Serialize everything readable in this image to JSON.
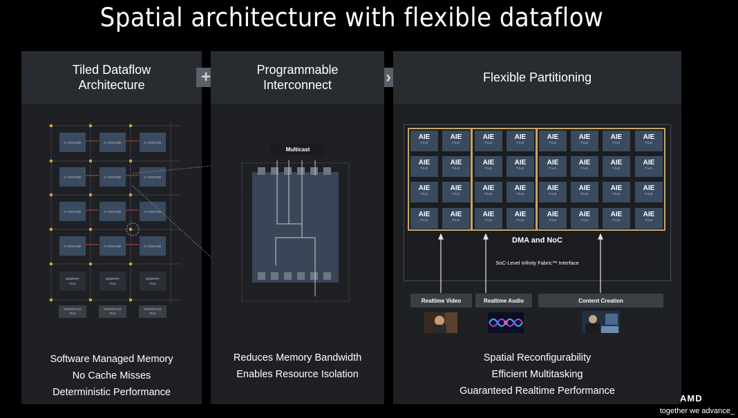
{
  "title": "Spatial architecture with flexible dataflow",
  "panels": [
    {
      "heading_line1": "Tiled Dataflow",
      "heading_line2": "Architecture",
      "bullets": [
        "Software Managed Memory",
        "No Cache Misses",
        "Deterministic Performance"
      ]
    },
    {
      "heading_line1": "Programmable",
      "heading_line2": "Interconnect",
      "bullets": [
        "Reduces Memory Bandwidth",
        "Enables Resource Isolation"
      ]
    },
    {
      "heading_line1": "Flexible Partitioning",
      "heading_line2": "",
      "bullets": [
        "Spatial Reconfigurability",
        "Efficient Multitasking",
        "Guaranteed Realtime Performance"
      ]
    }
  ],
  "operators": {
    "plus": "+",
    "arrow": "›"
  },
  "tile_diagram": {
    "engine_label": "AI ENGINE",
    "memory_label_line1": "MEMORY",
    "memory_label_line2": "TILE",
    "interface_label_line1": "INTERFACE",
    "interface_label_line2": "TILE"
  },
  "interconnect": {
    "multicast_label": "Multicast"
  },
  "partition": {
    "tile_label": "AIE",
    "tile_sub": "TILE",
    "dma_label": "DMA and NoC",
    "fabric_label": "SoC-Level Infinity Fabric™ Interface",
    "sources": [
      "Realtime Video",
      "Realtime Audio",
      "Content Creation"
    ]
  },
  "branding": {
    "tagline": "together we advance_",
    "logo": "AMD"
  },
  "colors": {
    "tile": "#3a4b5f",
    "partition_border": "#c9a766",
    "panel": "#1e2024",
    "panel_head": "#282b30"
  }
}
